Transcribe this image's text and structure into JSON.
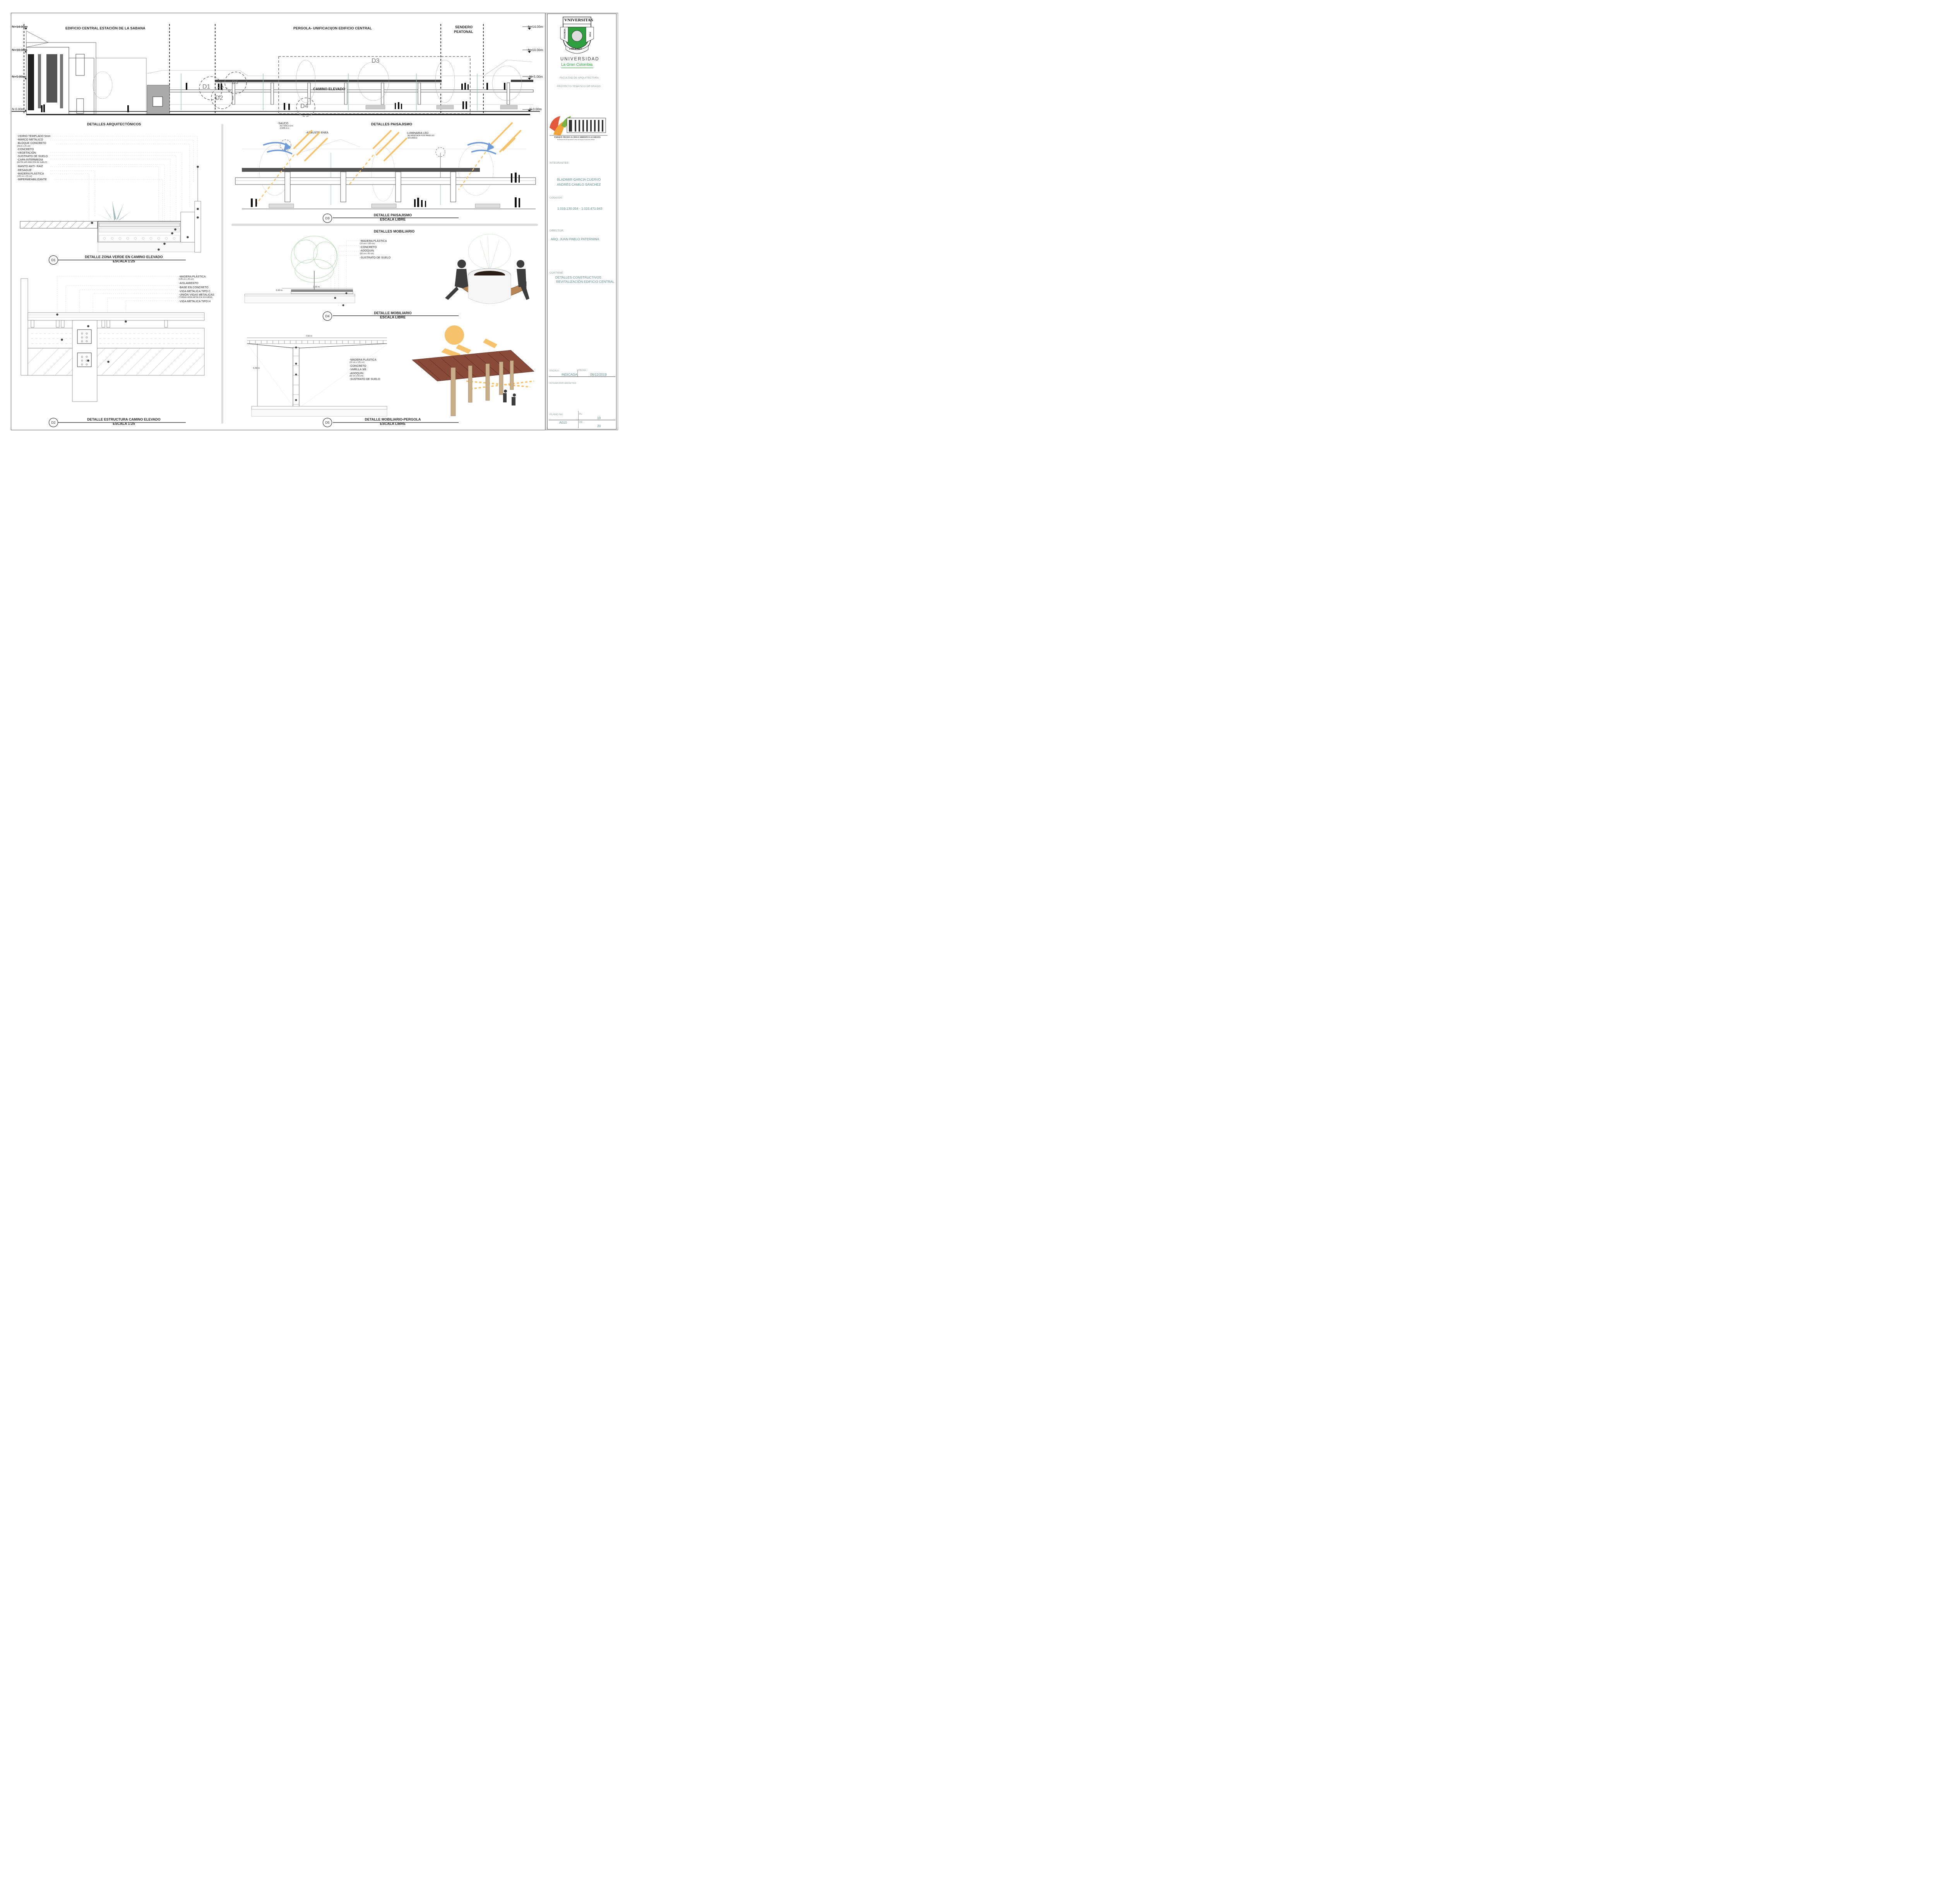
{
  "elevation": {
    "title_left": "EDIFICIO CENTRAL ESTACIÓN DE LA SABANA",
    "title_mid": "PERGOLA- UNIFICACI(ON EDIFICIO CENTRAL",
    "title_right_1": "SENDERO",
    "title_right_2": "PEATONAL",
    "label_camino": "CAMINO ELEVADO",
    "levels": [
      "N+14.00m",
      "N+10.00m",
      "N+5.00m",
      "N 0.00m"
    ],
    "callouts": [
      "D1",
      "D2",
      "D3",
      "D4",
      "D5"
    ]
  },
  "arch": {
    "heading": "DETALLES  ARQUITECTÓNICOS",
    "d1_notes": [
      "-VIDRIO TEMPLADO 5mm",
      "-MARCO METALICO",
      "-BLOQUE CONCRETO",
      "(25cm x 25 cm)",
      "-CONCRETO",
      "-VEGETACIÓN",
      "-SUSTRATO DE SUELO",
      "-CAPA INTERMEDIA",
      "(EVITA SATURACIÓN DE SUELO)",
      "-MANTO ANTI- RAÍZ",
      "-DESAGUE",
      "-MADERA PLÁSTICA",
      "(125 cm x 25 cm)",
      "-IMPERMEABILIZANTE"
    ],
    "d1_badge": "D1",
    "d1_title": "DETALLE ZONA VERDE EN CAMINO ELEVADO",
    "d1_scale": "ESCALA 1:25",
    "d2_notes": [
      "-MADERA PLÁSTICA",
      "(125 cm x 25 cm)",
      "-AISLAMIENTO",
      "-BASE EN CONCRETO",
      "-VIGA METALICA TIPO C",
      "-UNIÓN VIGAS METALICAS",
      "(TORNILLERÍA METALICA SOLDADA)",
      "-VIGA METALICA TIPO H"
    ],
    "d2_badge": "D2",
    "d2_title": "DETALLE ESTRUCTURA CAMINO ELEVADO",
    "d2_scale": "ESCALA 1:25"
  },
  "land": {
    "heading": "DETALLES  PAISAJISMO",
    "sauco": [
      "-SAUCO",
      "-ALTURA 3-5 m",
      "-COPA 4 m"
    ],
    "arbusto": "-ARBUSTO ENEA",
    "luminaria": [
      "-LUMINARIA LED",
      "(ALIMENTADA POR PANELES",
      "SOLARES)"
    ],
    "d3_badge": "D3",
    "d3_title": "DETALLE PAISAJISMO",
    "d3_scale": "ESCALA LIBRE"
  },
  "furn": {
    "heading": "DETALLES  MOBILIARIO",
    "d4_notes": [
      "-MADERA PLÁSTICA",
      "(10 cm x 125 cm)",
      "-CONCRETO",
      "-ADOQUIN",
      "(60 cm x 60 cm)",
      "-SUSTRATO DE SUELO"
    ],
    "dim_090": "0,90 m",
    "dim_300": "3,00 m",
    "d4_badge": "D4",
    "d4_title": "DETALLE MOBILIARIO",
    "d4_scale": "ESCALA LIBRE",
    "dim_750": "7,50 m",
    "dim_500": "5,00 m",
    "d5_notes": [
      "-MADERA PLÁSTICA",
      "(10 cm x 125 cm)",
      "-CONCRETO",
      "-VARILLA 3/8",
      "-ADOQUIN",
      "(60 cm x 60 cm)",
      "-SUSTRATO DE SUELO"
    ],
    "d5_badge": "D5",
    "d5_title": "DETALLE MOBILIARIO-PERGOLA",
    "d5_scale": "ESCALA LIBRE"
  },
  "titleblock": {
    "univ_logo_top": "VNIVERSITAS",
    "univ_logo_ribbon_left": "VERITAS",
    "univ_logo_ribbon_right": "VOS",
    "univ_logo_bottom": "LIBERABIT",
    "univ_name": "UNIVERSIDAD",
    "univ_sub": "La Gran Colombia",
    "faculty": "FACULTAD DE ARQUITECTURA",
    "project": "PROYECTO TEMATICO DE GRADO:",
    "park_logo_title": "PARQUE MUSEO A CIELO ABIERTO LA SABANA",
    "park_logo_sub": "Revitalización del patrimonio como estrategia de inserción urbana",
    "integrantes_label": "INTEGRANTES:",
    "integrantes": [
      "BLADIMIR GARCÍA CUERVO",
      "ANDRÉS CAMILO SÁNCHEZ"
    ],
    "codigos_label": "CODIGOS:",
    "codigos": "1.019.130.054 - 1.015.471.943",
    "director_label": "DIRECTOR:",
    "director": "ARQ.  JUAN PABLO PATERNINA",
    "contiene_label": "CONTIENE:",
    "contiene": [
      "DETALLES CONSTRUCTIVOS",
      "REVITALIZACIÓN EDIFICIO CENTRAL"
    ],
    "escala_label": "ESCALA:",
    "escala": "INDICADA",
    "fecha_label": "FECHA:",
    "fecha": "06/12/2019",
    "ruta_label": "RUTA ARCHIVO MAGNETICO:",
    "plano_label": "PLANO No:",
    "plano": "A010",
    "pl_label": "PL:",
    "pl": "10",
    "de_label": "DE:",
    "de": "20"
  },
  "colors": {
    "ucgreen": "#2e9e3e",
    "sun": "#f6c26b",
    "wind": "#6f9bd8",
    "teal": "#5e8c8c"
  }
}
